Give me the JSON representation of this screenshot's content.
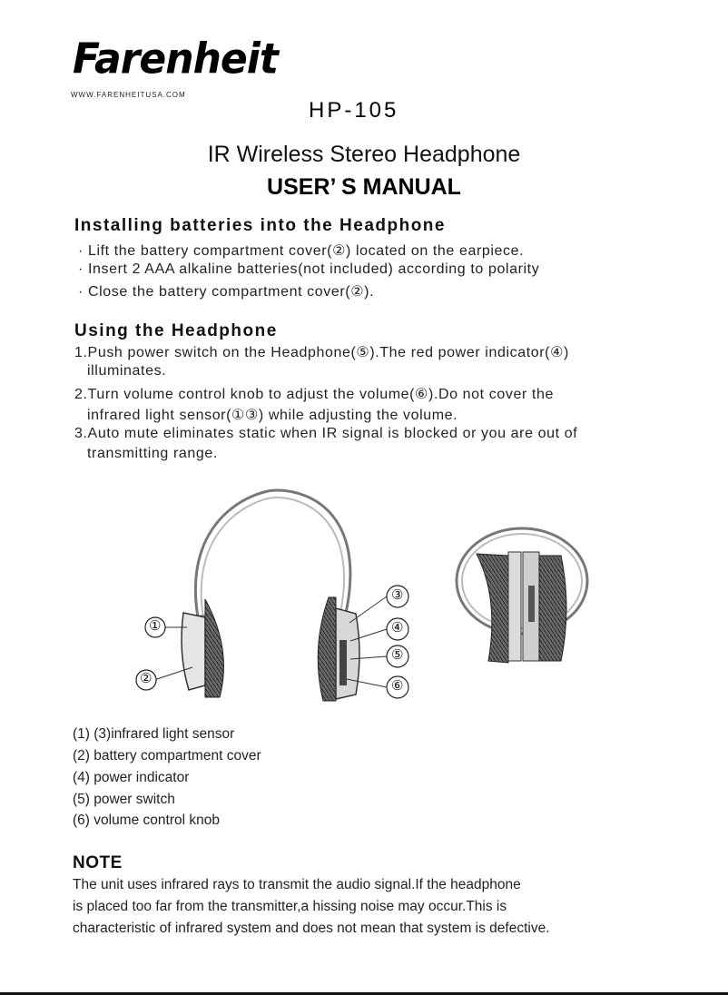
{
  "header": {
    "brand": "Farenheit",
    "website": "WWW.FARENHEITUSA.COM",
    "model": "HP-105",
    "title": "IR Wireless Stereo Headphone",
    "subtitle": "USER’ S MANUAL"
  },
  "installing": {
    "heading": "Installing batteries into the Headphone",
    "items": [
      "· Lift the battery compartment cover(②) located on the earpiece.",
      "· Insert 2 AAA alkaline batteries(not included) according to polarity",
      "· Close the battery compartment cover(②)."
    ]
  },
  "using": {
    "heading": "Using the Headphone",
    "lines": [
      "1.Push power switch on the Headphone(⑤).The red power  indicator(④)",
      "illuminates.",
      "2.Turn volume control knob to adjust the volume(⑥).Do not cover the",
      "infrared light sensor(①③) while adjusting the volume.",
      "3.Auto mute eliminates static when IR signal is blocked or you are out of",
      "transmitting range."
    ]
  },
  "diagram": {
    "callouts": [
      "①",
      "②",
      "③",
      "④",
      "⑤",
      "⑥"
    ]
  },
  "legend": [
    "(1) (3)infrared light sensor",
    "(2) battery compartment cover",
    "(4) power indicator",
    "(5) power switch",
    "(6) volume control knob"
  ],
  "note": {
    "heading": "NOTE",
    "lines": [
      "The unit uses infrared rays to transmit the audio signal.If the headphone",
      "is placed too far from the transmitter,a hissing noise may occur.This is",
      "characteristic of infrared system and does not mean that  system is defective."
    ]
  }
}
